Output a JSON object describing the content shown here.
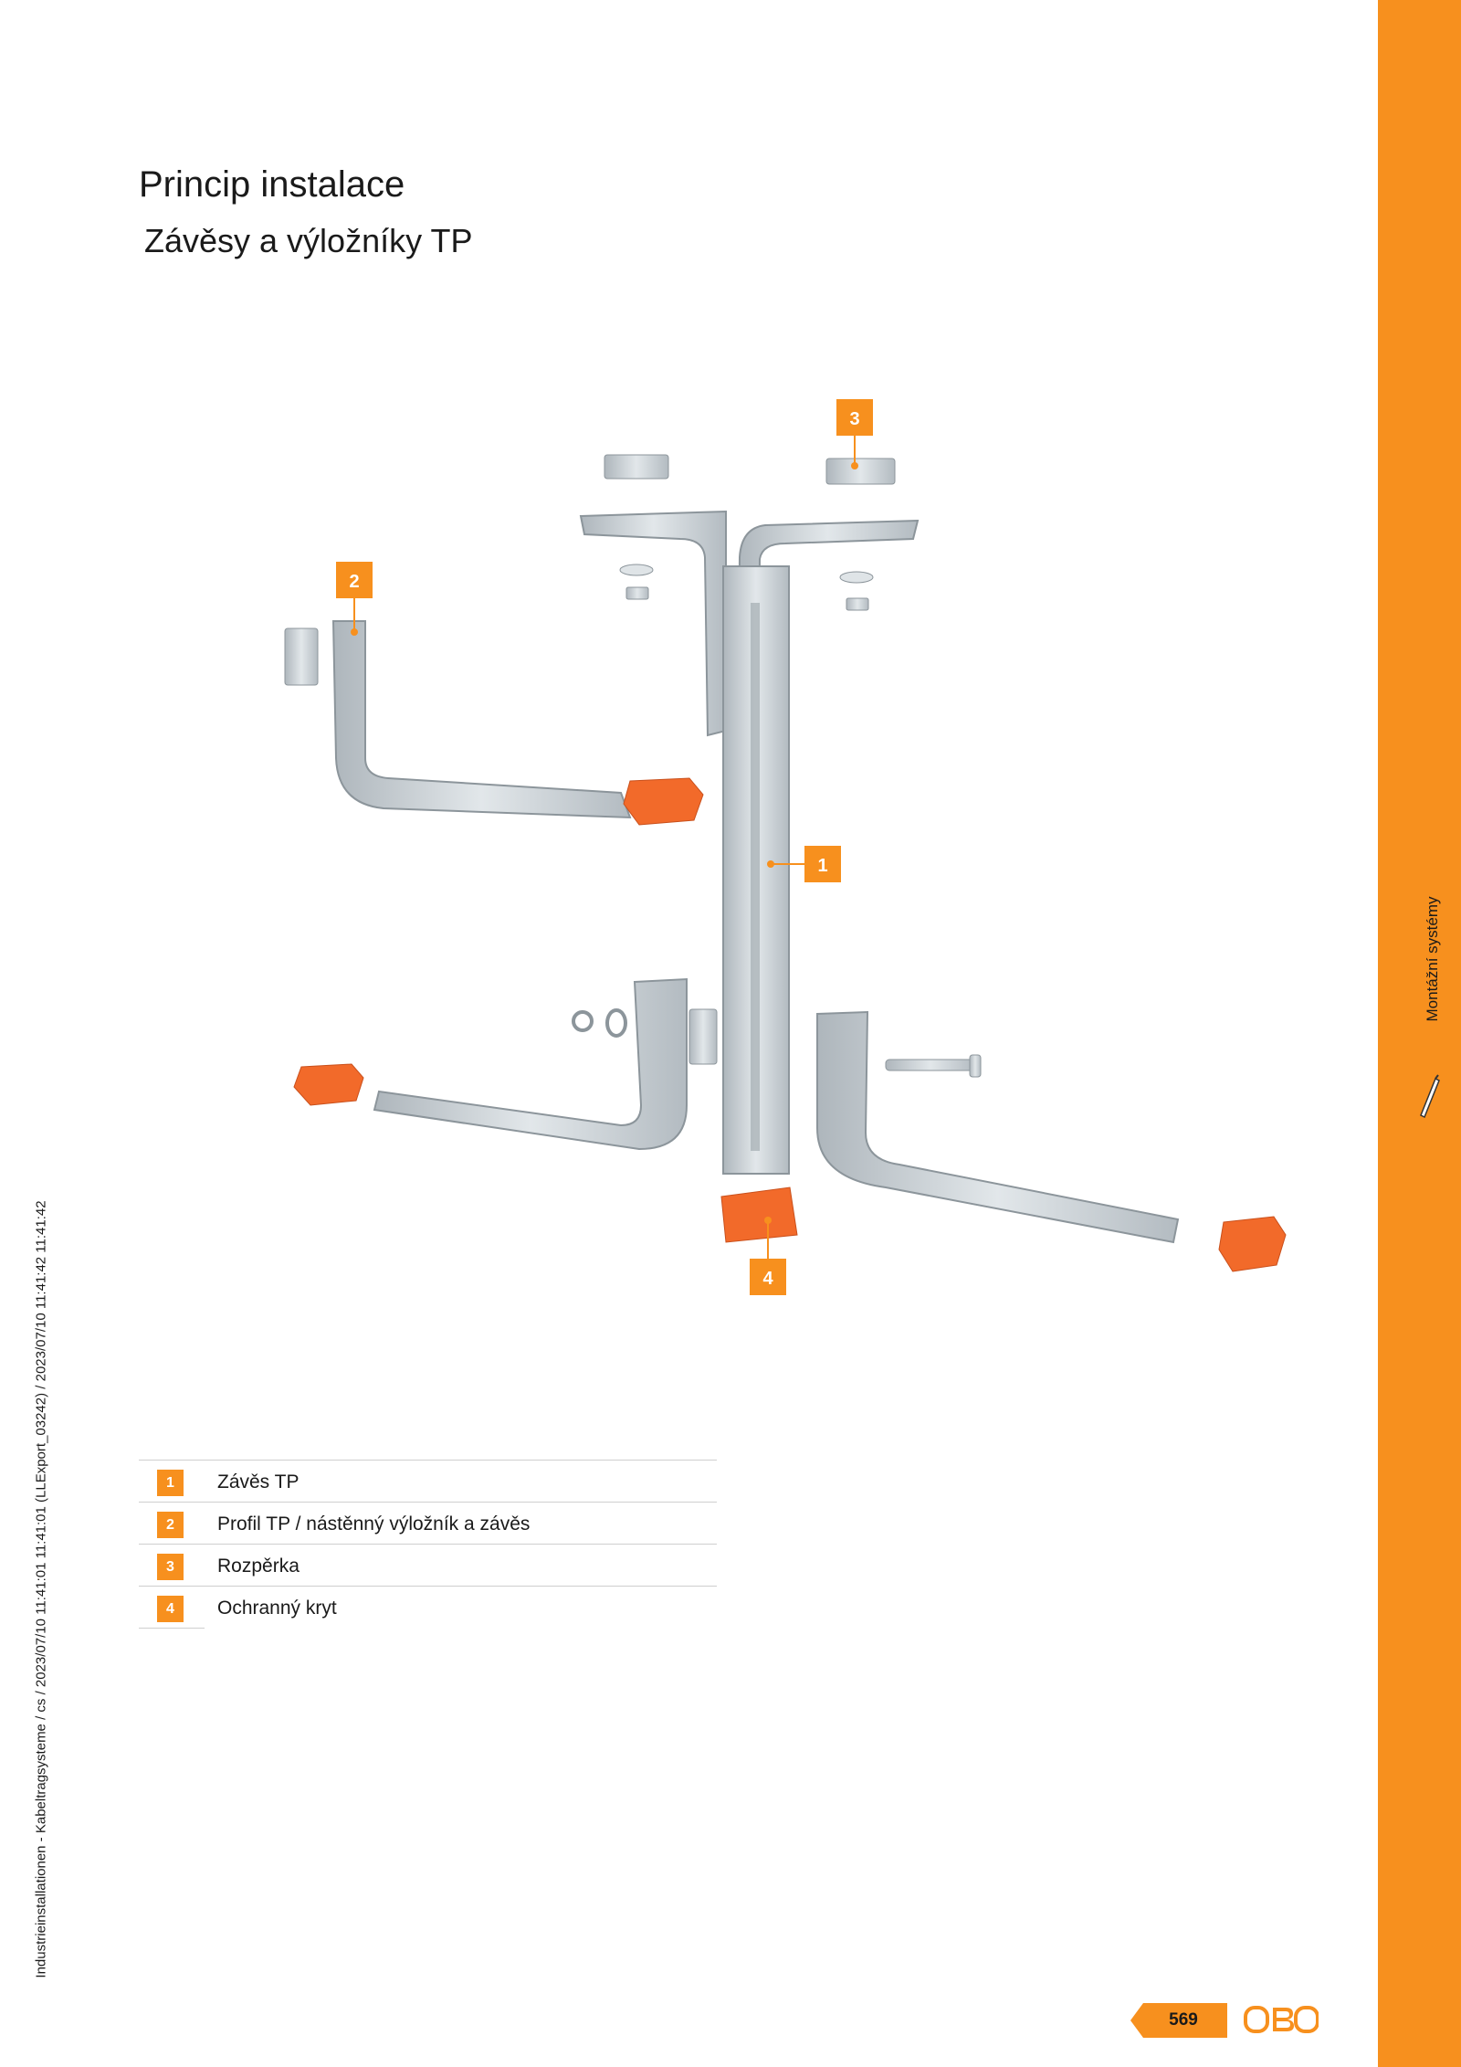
{
  "header": {
    "title": "Princip instalace",
    "subtitle": "Závěsy a výložníky TP"
  },
  "sidebar": {
    "label": "Montážní systémy",
    "icon": "screwdriver-icon"
  },
  "meta": {
    "vertical_text": "Industrieinstallationen - Kabeltragsysteme / cs / 2023/07/10 11:41:01 11:41:01 (LLExport_03242) / 2023/07/10 11:41:42 11:41:42"
  },
  "callouts": [
    "1",
    "2",
    "3",
    "4"
  ],
  "legend": [
    {
      "number": "1",
      "label": "Závěs TP"
    },
    {
      "number": "2",
      "label": "Profil TP / nástěnný výložník a závěs"
    },
    {
      "number": "3",
      "label": "Rozpěrka"
    },
    {
      "number": "4",
      "label": "Ochranný kryt"
    }
  ],
  "footer": {
    "page_number": "569",
    "logo": "OBO"
  },
  "colors": {
    "accent": "#f7901e",
    "cap": "#f26a2a",
    "steel": "#c9d0d5"
  }
}
